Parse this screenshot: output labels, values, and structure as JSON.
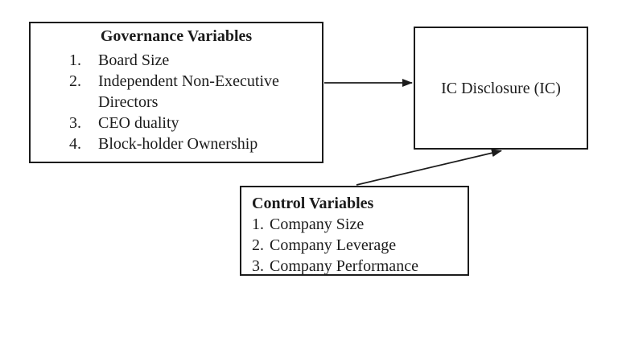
{
  "figure": {
    "background": "#ffffff",
    "ink": "#1c1c1c",
    "governance_box": {
      "title": "Governance Variables",
      "items": [
        {
          "num": "1.",
          "label": "Board Size"
        },
        {
          "num": "2.",
          "label": "Independent Non-Executive Directors"
        },
        {
          "num": "3.",
          "label": "CEO duality"
        },
        {
          "num": "4.",
          "label": "Block-holder Ownership"
        }
      ]
    },
    "ic_box": {
      "label": "IC Disclosure (IC)"
    },
    "control_box": {
      "title": "Control Variables",
      "items": [
        {
          "num": "1.",
          "label": "Company Size"
        },
        {
          "num": "2.",
          "label": "Company Leverage"
        },
        {
          "num": "3.",
          "label": "Company Performance"
        }
      ]
    },
    "arrows": [
      {
        "name": "governance-to-ic",
        "from": "governance_box",
        "to": "ic_box"
      },
      {
        "name": "control-to-ic",
        "from": "control_box",
        "to": "ic_box"
      }
    ]
  }
}
